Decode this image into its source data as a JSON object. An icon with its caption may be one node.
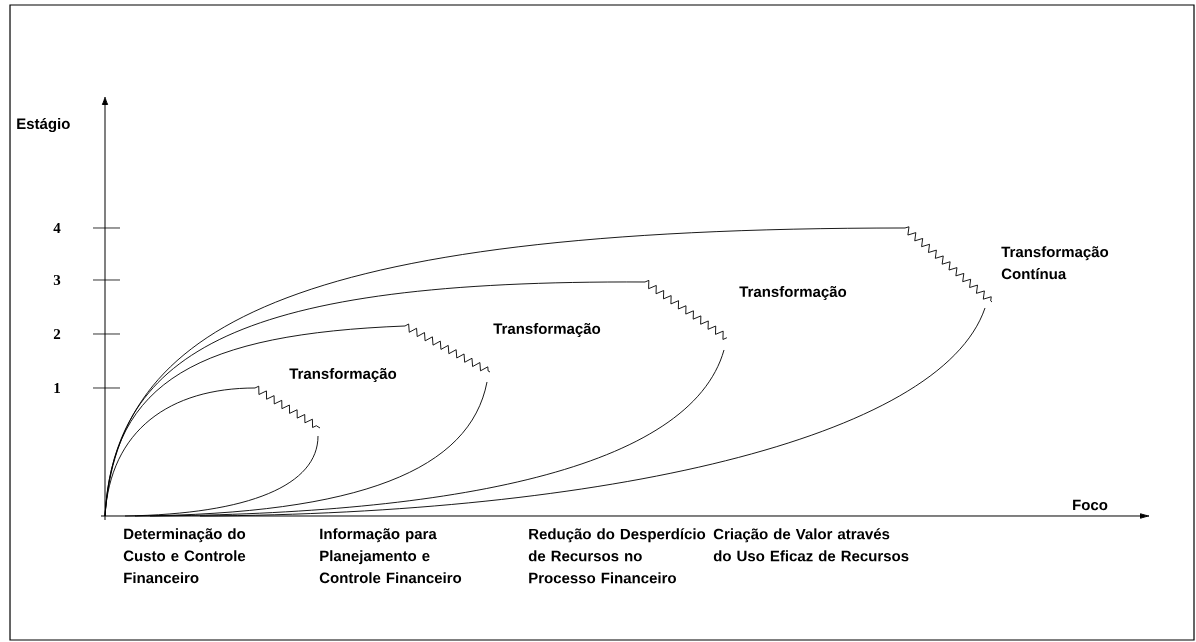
{
  "diagram": {
    "labels": [
      "Estágio",
      "4",
      "3",
      "2",
      "1",
      "Transformação",
      "Transformação",
      "Transformação",
      "Transformação Contínua",
      "Foco",
      "Determinação do Custo e Controle Financeiro",
      "Informação para Planejamento e Controle Financeiro",
      "Redução do Desperdício de Recursos no Processo Financeiro",
      "Criação de Valor através do Uso Eficaz de Recursos"
    ]
  }
}
